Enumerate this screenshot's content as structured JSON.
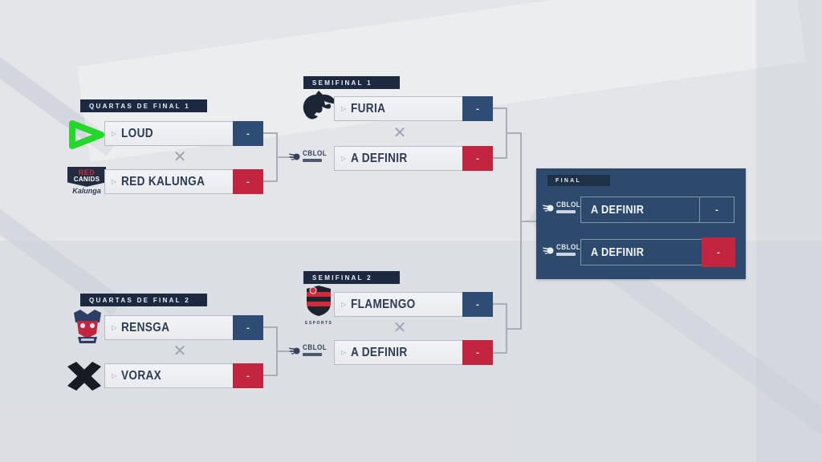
{
  "divider": "✕",
  "colors": {
    "background": "#e3e5e9",
    "score_blue": "#2e4c74",
    "score_red": "#c2263f",
    "panel_navy": "#2d4a6c",
    "label_navy": "#1c2940",
    "team_text": "#2d3b55",
    "connector_gray": "#a9aeb9",
    "loud_green": "#23d82b"
  },
  "matches": {
    "qf1": {
      "label": "QUARTAS DE FINAL 1",
      "home": {
        "name": "LOUD",
        "score": "-"
      },
      "away": {
        "name": "RED KALUNGA",
        "score": "-"
      }
    },
    "qf2": {
      "label": "QUARTAS DE FINAL 2",
      "home": {
        "name": "RENSGA",
        "score": "-"
      },
      "away": {
        "name": "VORAX",
        "score": "-"
      }
    },
    "sf1": {
      "label": "SEMIFINAL 1",
      "home": {
        "name": "FURIA",
        "score": "-"
      },
      "away": {
        "name": "A DEFINIR",
        "score": "-"
      }
    },
    "sf2": {
      "label": "SEMIFINAL 2",
      "home": {
        "name": "FLAMENGO",
        "score": "-"
      },
      "away": {
        "name": "A DEFINIR",
        "score": "-"
      }
    },
    "final": {
      "label": "FINAL",
      "home": {
        "name": "A DEFINIR",
        "score": "-"
      },
      "away": {
        "name": "A DEFINIR",
        "score": "-"
      }
    }
  },
  "logos": {
    "cblol": {
      "text": "CBLOL"
    },
    "flamengo": {
      "caption": "ESPORTS"
    },
    "red_kalunga": {
      "line1": "RED",
      "line2": "CANIDS",
      "line3": "Kalunga"
    }
  }
}
